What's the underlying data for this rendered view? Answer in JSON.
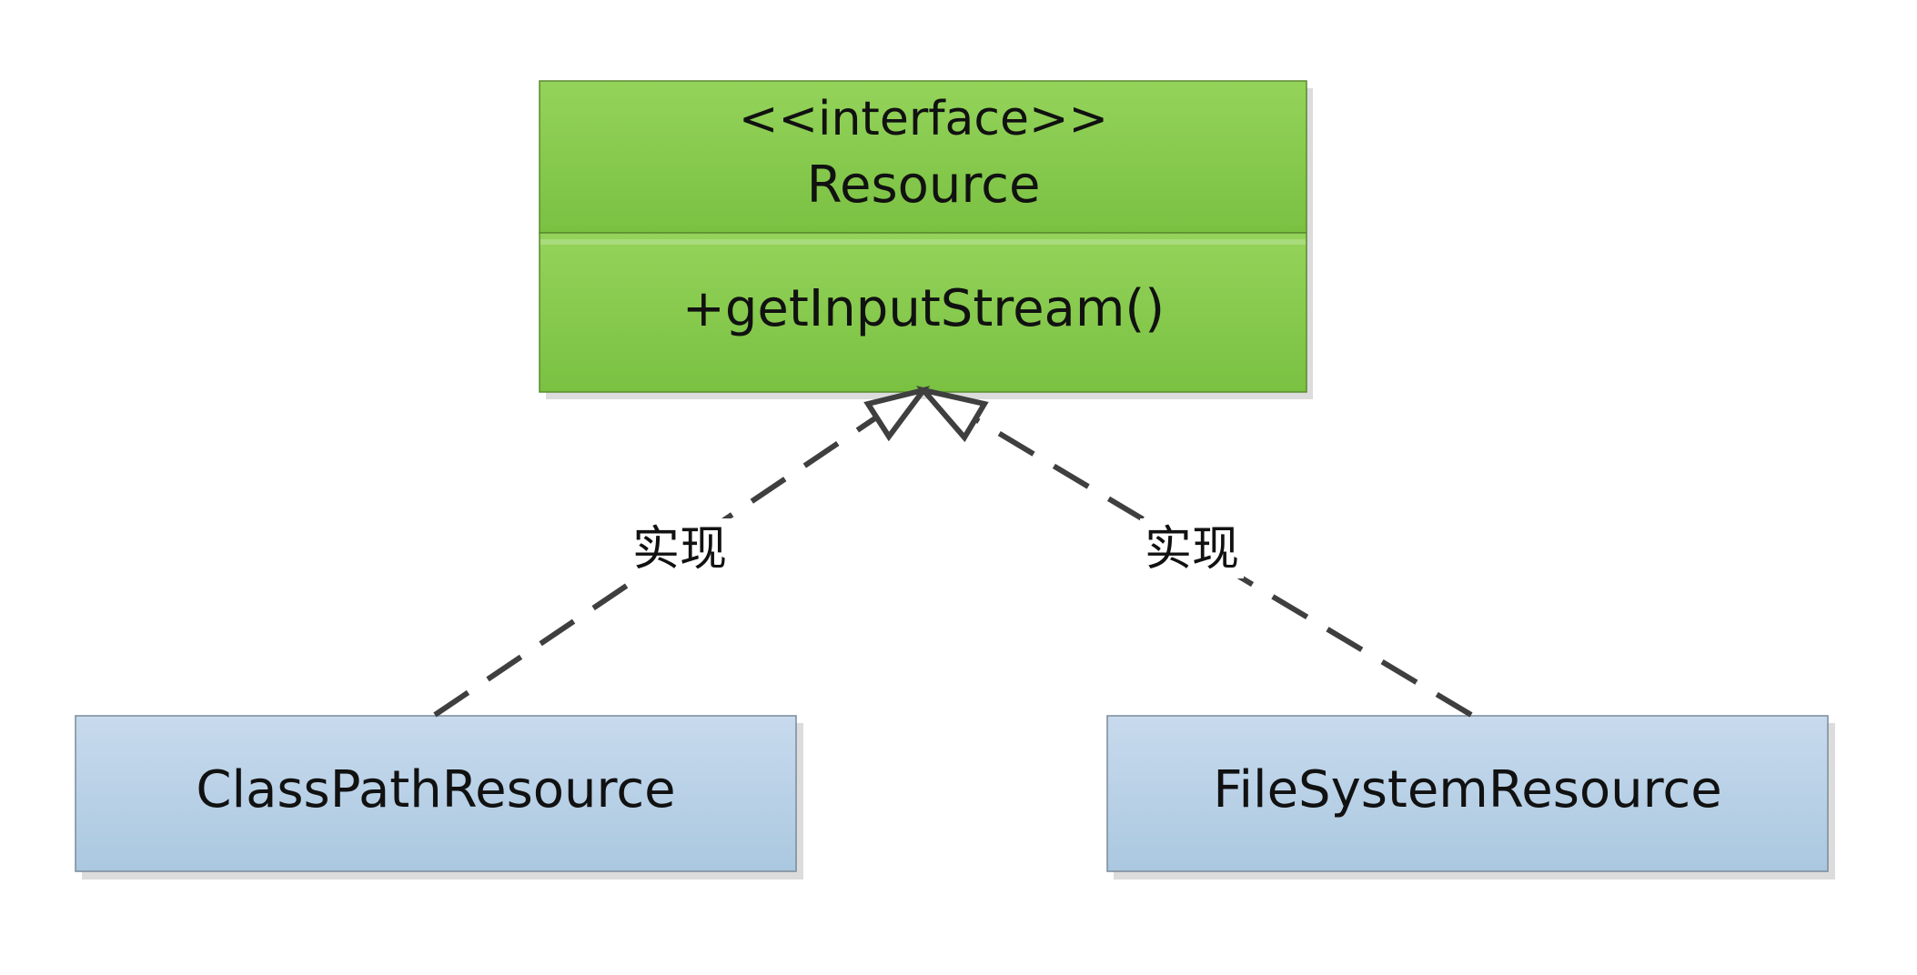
{
  "interface": {
    "stereotype": "<<interface>>",
    "name": "Resource",
    "method": "+getInputStream()"
  },
  "classes": {
    "left": "ClassPathResource",
    "right": "FileSystemResource"
  },
  "relations": {
    "left_label": "实现",
    "right_label": "实现"
  },
  "colors": {
    "interface_fill_top": "#94d35a",
    "interface_fill_bottom": "#7ac142",
    "interface_border": "#5a8a30",
    "class_fill_top": "#c6d9ec",
    "class_fill_bottom": "#aecae2",
    "class_border": "#7a8a9a",
    "connector": "#3f3f3f",
    "shadow": "#dcdcdc"
  }
}
